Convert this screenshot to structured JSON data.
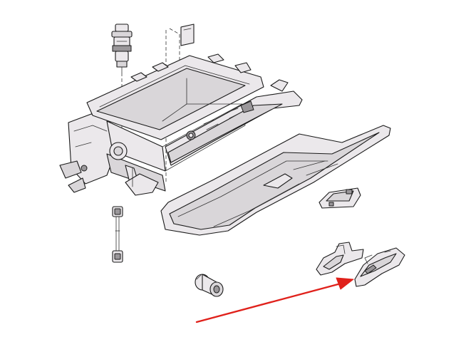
{
  "diagram": {
    "parts": [
      {
        "id": "glovebox-housing",
        "label": ""
      },
      {
        "id": "glovebox-lid",
        "label": ""
      },
      {
        "id": "damper-cylinder",
        "label": ""
      },
      {
        "id": "cover-clip",
        "label": ""
      },
      {
        "id": "support-strap",
        "label": ""
      },
      {
        "id": "lock-cylinder",
        "label": ""
      },
      {
        "id": "latch-bracket",
        "label": ""
      },
      {
        "id": "lock-catch",
        "label": ""
      },
      {
        "id": "handle-trim",
        "label": ""
      }
    ],
    "highlight_color": "#e0211b",
    "line_color": "#1a1a1a",
    "background_color": "#ffffff"
  }
}
